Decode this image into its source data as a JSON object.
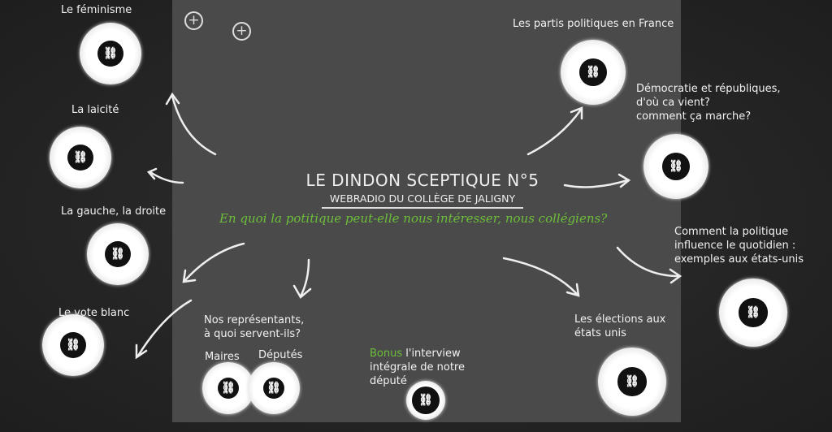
{
  "title": {
    "main": "LE  DINDON SCEPTIQUE N°5",
    "sub": "WEBRADIO DU COLLÈGE DE JALIGNY",
    "question": "En quoi la potitique peut-elle nous intéresser, nous collégiens?"
  },
  "topics": [
    {
      "label": "Le féminisme",
      "icon": "link-icon"
    },
    {
      "label": "La laicité",
      "icon": "link-icon"
    },
    {
      "label": "La gauche, la droite",
      "icon": "link-icon"
    },
    {
      "label": "Le vote blanc",
      "icon": "link-icon"
    },
    {
      "label": "Les partis politiques en France",
      "icon": "link-icon"
    },
    {
      "label": "Démocratie et républiques,\nd'où ca vient?\ncomment ça marche?",
      "icon": "link-icon"
    },
    {
      "label": "Comment la politique\ninfluence le quotidien :\nexemples aux états-unis",
      "icon": "link-icon"
    },
    {
      "label": "Les élections aux\nétats unis",
      "icon": "link-icon"
    }
  ],
  "representatives": {
    "heading": "Nos représentants,\nà quoi servent-ils?",
    "maires": "Maires",
    "deputes": "Députés"
  },
  "bonus": {
    "tag": "Bonus",
    "text": " l'interview\nintégrale de notre\ndéputé"
  },
  "colors": {
    "accent": "#6cbf3a",
    "panel": "#4a4a4a"
  }
}
